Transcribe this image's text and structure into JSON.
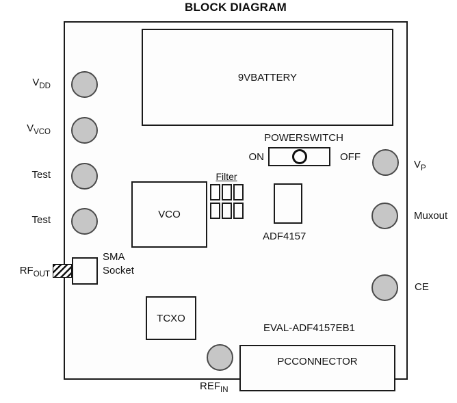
{
  "title": "BLOCK DIAGRAM",
  "board": {
    "battery": {
      "label": "9VBATTERY"
    },
    "power_switch": {
      "title": "POWERSWITCH",
      "on": "ON",
      "off": "OFF"
    },
    "vco": {
      "label": "VCO"
    },
    "filter": {
      "label": "Filter"
    },
    "adf4157": {
      "label": "ADF4157"
    },
    "sma": {
      "line1": "SMA",
      "line2": "Socket"
    },
    "tcxo": {
      "label": "TCXO"
    },
    "eval": {
      "label": "EVAL-ADF4157EB1"
    },
    "pc_connector": {
      "label": "PCCONNECTOR"
    }
  },
  "pads": {
    "vdd": {
      "main": "V",
      "sub": "DD"
    },
    "vvco": {
      "main": "V",
      "sub": "VCO"
    },
    "test1": {
      "main": "Test"
    },
    "test2": {
      "main": "Test"
    },
    "vp": {
      "main": "V",
      "sub": "P"
    },
    "muxout": {
      "main": "Muxout"
    },
    "ce": {
      "main": "CE"
    },
    "refin": {
      "main": "REF",
      "sub": "IN"
    }
  },
  "rf_out": {
    "main": "RF",
    "sub": "OUT"
  },
  "colors": {
    "line": "#1a1a1a",
    "pad_fill": "#c6c6c6",
    "pad_stroke": "#4a4a4a",
    "background": "#ffffff"
  }
}
